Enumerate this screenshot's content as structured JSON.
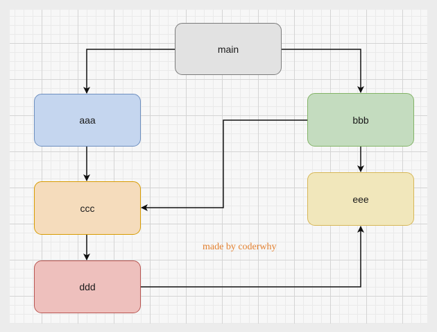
{
  "diagram": {
    "nodes": [
      {
        "id": "main",
        "label": "main",
        "fill": "#e2e2e2",
        "stroke": "#7a7a7a"
      },
      {
        "id": "aaa",
        "label": "aaa",
        "fill": "#c5d6ef",
        "stroke": "#6c8ebf"
      },
      {
        "id": "bbb",
        "label": "bbb",
        "fill": "#c4dcbf",
        "stroke": "#82b366"
      },
      {
        "id": "ccc",
        "label": "ccc",
        "fill": "#f5dcbc",
        "stroke": "#d79b00"
      },
      {
        "id": "eee",
        "label": "eee",
        "fill": "#f1e7bb",
        "stroke": "#d6b656"
      },
      {
        "id": "ddd",
        "label": "ddd",
        "fill": "#eec0bd",
        "stroke": "#b85450"
      }
    ],
    "edges": [
      {
        "from": "main",
        "to": "aaa"
      },
      {
        "from": "main",
        "to": "bbb"
      },
      {
        "from": "aaa",
        "to": "ccc"
      },
      {
        "from": "bbb",
        "to": "ccc"
      },
      {
        "from": "bbb",
        "to": "eee"
      },
      {
        "from": "ccc",
        "to": "ddd"
      },
      {
        "from": "ddd",
        "to": "eee"
      }
    ],
    "edge_color": "#111111",
    "watermark": {
      "text": "made by coderwhy",
      "color": "#e3802f"
    }
  }
}
